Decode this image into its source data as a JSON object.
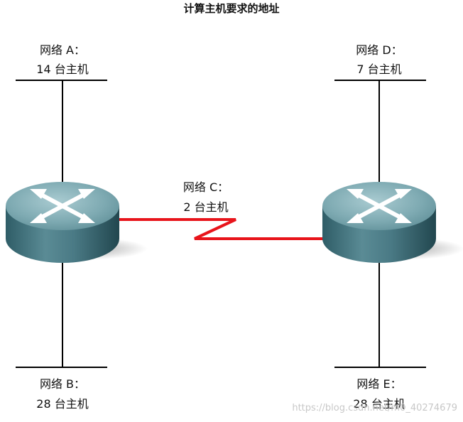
{
  "title": "计算主机要求的地址",
  "networks": {
    "a": {
      "name": "网络 A：",
      "hosts": "14 台主机"
    },
    "b": {
      "name": "网络 B：",
      "hosts": "28 台主机"
    },
    "c": {
      "name": "网络 C：",
      "hosts": "2 台主机"
    },
    "d": {
      "name": "网络 D：",
      "hosts": "7 台主机"
    },
    "e": {
      "name": "网络 E：",
      "hosts": "28 台主机"
    }
  },
  "colors": {
    "serial_link": "#e8141b",
    "lan_line": "#000000",
    "router_top": "#6f9ea6",
    "router_side": "#3b6d78"
  },
  "watermark": "https://blog.csdn.net/m0_40274679"
}
